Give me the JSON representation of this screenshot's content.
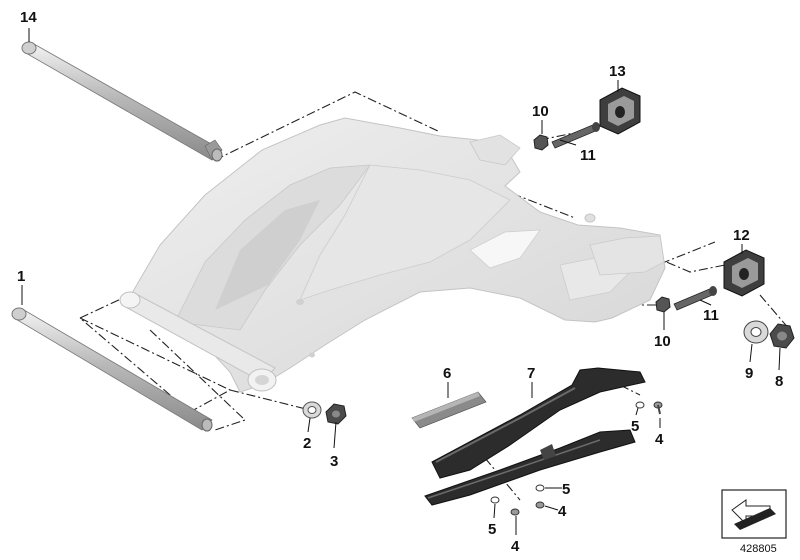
{
  "diagram": {
    "reference_number": "428805",
    "callouts": {
      "c1": "1",
      "c2": "2",
      "c3": "3",
      "c4a": "4",
      "c4b": "4",
      "c4c": "4",
      "c5a": "5",
      "c5b": "5",
      "c5c": "5",
      "c6": "6",
      "c7": "7",
      "c8": "8",
      "c9": "9",
      "c10a": "10",
      "c10b": "10",
      "c11a": "11",
      "c11b": "11",
      "c12": "12",
      "c13": "13",
      "c14": "14"
    }
  }
}
